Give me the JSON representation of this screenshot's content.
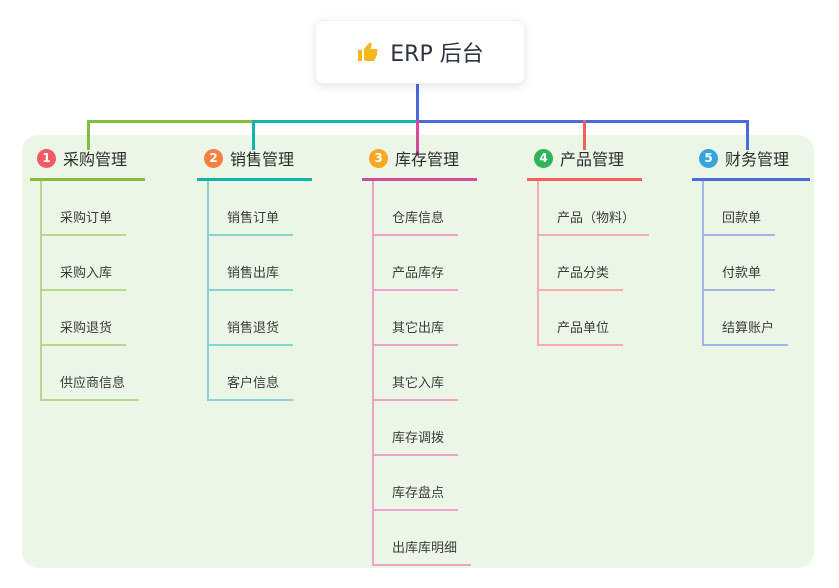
{
  "root": {
    "label": "ERP 后台",
    "icon": "thumbs-up-icon",
    "icon_color": "#f5b81c"
  },
  "branches": [
    {
      "number": "1",
      "label": "采购管理",
      "badge_color": "#f05b68",
      "line_color": "#82bd3c",
      "light_color": "#b5d98b",
      "children": [
        "采购订单",
        "采购入库",
        "采购退货",
        "供应商信息"
      ]
    },
    {
      "number": "2",
      "label": "销售管理",
      "badge_color": "#f57f42",
      "line_color": "#14b2ab",
      "light_color": "#85d6cf",
      "children": [
        "销售订单",
        "销售出库",
        "销售退货",
        "客户信息"
      ]
    },
    {
      "number": "3",
      "label": "库存管理",
      "badge_color": "#f7a923",
      "line_color": "#d44a9d",
      "light_color": "#eda3cc",
      "children": [
        "仓库信息",
        "产品库存",
        "其它出库",
        "其它入库",
        "库存调拨",
        "库存盘点",
        "出库库明细"
      ]
    },
    {
      "number": "4",
      "label": "产品管理",
      "badge_color": "#31b357",
      "line_color": "#f0615c",
      "light_color": "#f7aeab",
      "children": [
        "产品（物料）",
        "产品分类",
        "产品单位"
      ]
    },
    {
      "number": "5",
      "label": "财务管理",
      "badge_color": "#36a5dd",
      "line_color": "#4a6bd8",
      "light_color": "#a2b3e6",
      "children": [
        "回款单",
        "付款单",
        "结算账户"
      ]
    }
  ]
}
